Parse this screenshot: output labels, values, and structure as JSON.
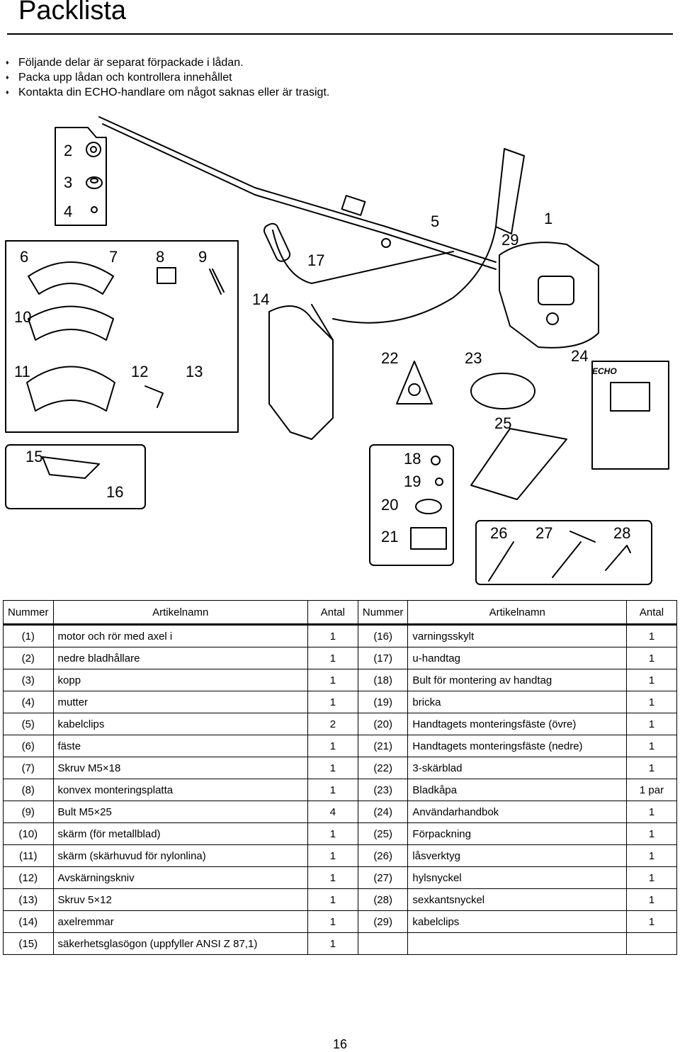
{
  "page": {
    "title": "Packlista",
    "bullets": [
      "Följande delar är separat förpackade i lådan.",
      "Packa upp lådan och kontrollera innehållet",
      "Kontakta din ECHO-handlare om något saknas eller är trasigt."
    ],
    "bullet_glyph": "♦",
    "page_number": "16"
  },
  "illustration": {
    "callouts": [
      "1",
      "2",
      "3",
      "4",
      "5",
      "6",
      "7",
      "8",
      "9",
      "10",
      "11",
      "12",
      "13",
      "14",
      "15",
      "16",
      "17",
      "18",
      "19",
      "20",
      "21",
      "22",
      "23",
      "24",
      "25",
      "26",
      "27",
      "28",
      "29"
    ],
    "manual_logo": "ECHO"
  },
  "table": {
    "headers": [
      "Nummer",
      "Artikelnamn",
      "Antal",
      "Nummer",
      "Artikelnamn",
      "Antal"
    ],
    "rows": [
      [
        {
          "n": "(1)",
          "name": "motor och rör med axel i",
          "qty": "1"
        },
        {
          "n": "(16)",
          "name": "varningsskylt",
          "qty": "1"
        }
      ],
      [
        {
          "n": "(2)",
          "name": "nedre bladhållare",
          "qty": "1"
        },
        {
          "n": "(17)",
          "name": "u-handtag",
          "qty": "1"
        }
      ],
      [
        {
          "n": "(3)",
          "name": "kopp",
          "qty": "1"
        },
        {
          "n": "(18)",
          "name": "Bult för montering av handtag",
          "qty": "1"
        }
      ],
      [
        {
          "n": "(4)",
          "name": "mutter",
          "qty": "1"
        },
        {
          "n": "(19)",
          "name": "bricka",
          "qty": "1"
        }
      ],
      [
        {
          "n": "(5)",
          "name": "kabelclips",
          "qty": "2"
        },
        {
          "n": "(20)",
          "name": "Handtagets monteringsfäste (övre)",
          "qty": "1"
        }
      ],
      [
        {
          "n": "(6)",
          "name": "fäste",
          "qty": "1"
        },
        {
          "n": "(21)",
          "name": "Handtagets monteringsfäste (nedre)",
          "qty": "1"
        }
      ],
      [
        {
          "n": "(7)",
          "name": "Skruv M5×18",
          "qty": "1"
        },
        {
          "n": "(22)",
          "name": "3-skärblad",
          "qty": "1"
        }
      ],
      [
        {
          "n": "(8)",
          "name": "konvex monteringsplatta",
          "qty": "1"
        },
        {
          "n": "(23)",
          "name": "Bladkåpa",
          "qty": "1 par"
        }
      ],
      [
        {
          "n": "(9)",
          "name": "Bult M5×25",
          "qty": "4"
        },
        {
          "n": "(24)",
          "name": "Användarhandbok",
          "qty": "1"
        }
      ],
      [
        {
          "n": "(10)",
          "name": "skärm (för metallblad)",
          "qty": "1"
        },
        {
          "n": "(25)",
          "name": "Förpackning",
          "qty": "1"
        }
      ],
      [
        {
          "n": "(11)",
          "name": "skärm (skärhuvud för nylonlina)",
          "qty": "1"
        },
        {
          "n": "(26)",
          "name": "låsverktyg",
          "qty": "1"
        }
      ],
      [
        {
          "n": "(12)",
          "name": "Avskärningskniv",
          "qty": "1"
        },
        {
          "n": "(27)",
          "name": "hylsnyckel",
          "qty": "1"
        }
      ],
      [
        {
          "n": "(13)",
          "name": "Skruv 5×12",
          "qty": "1"
        },
        {
          "n": "(28)",
          "name": "sexkantsnyckel",
          "qty": "1"
        }
      ],
      [
        {
          "n": "(14)",
          "name": "axelremmar",
          "qty": "1"
        },
        {
          "n": "(29)",
          "name": "kabelclips",
          "qty": "1"
        }
      ],
      [
        {
          "n": "(15)",
          "name": "säkerhetsglasögon (uppfyller ANSI Z 87,1)",
          "qty": "1"
        },
        {
          "n": "",
          "name": "",
          "qty": ""
        }
      ]
    ]
  }
}
